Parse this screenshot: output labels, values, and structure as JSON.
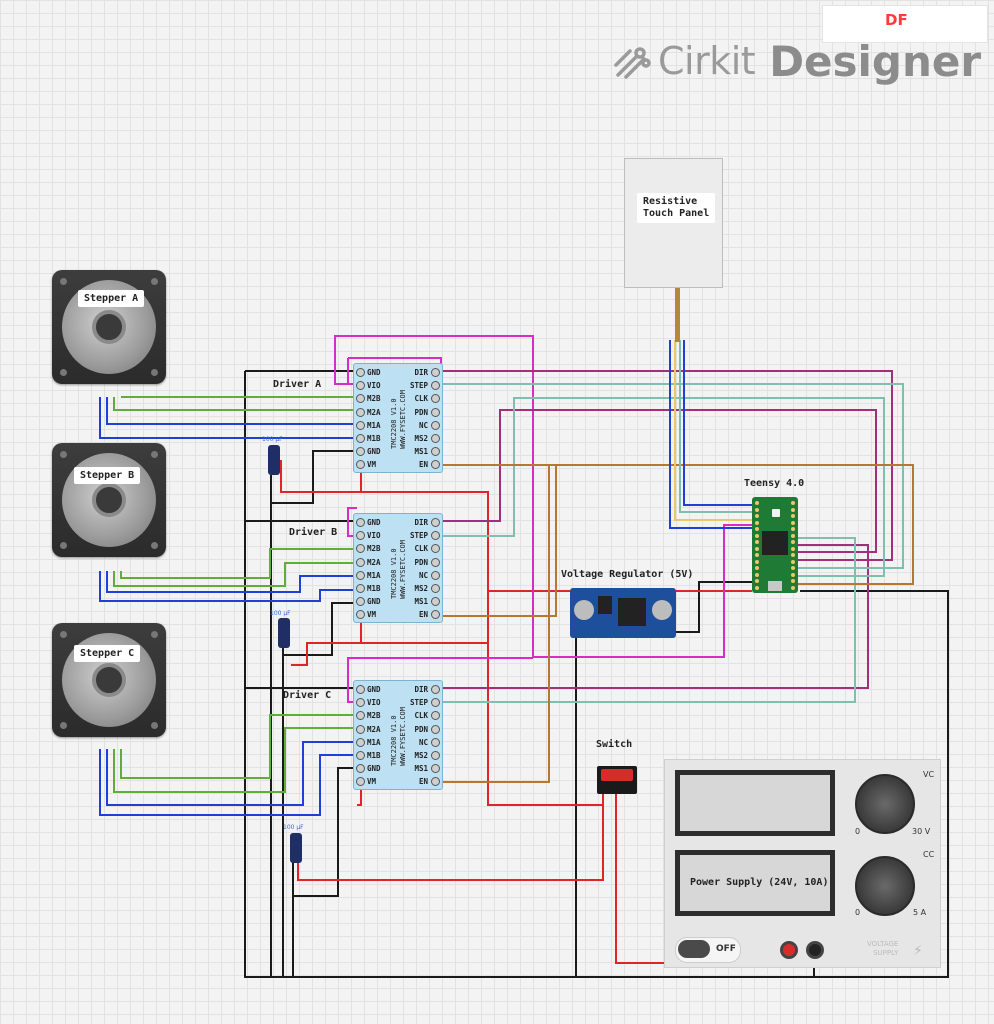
{
  "header": {
    "df_badge": "DF",
    "brand_cirkit": "Cirkit",
    "brand_designer": "Designer"
  },
  "components": {
    "touch_panel": "Resistive\nTouch Panel",
    "stepper_a": "Stepper A",
    "stepper_b": "Stepper B",
    "stepper_c": "Stepper C",
    "driver_a": "Driver A",
    "driver_b": "Driver B",
    "driver_c": "Driver C",
    "teensy": "Teensy 4.0",
    "regulator": "Voltage Regulator (5V)",
    "switch": "Switch",
    "psu": "Power Supply (24V, 10A)"
  },
  "driver_pins_left": [
    "GND",
    "VIO",
    "M2B",
    "M2A",
    "M1A",
    "M1B",
    "GND",
    "VM"
  ],
  "driver_pins_right": [
    "DIR",
    "STEP",
    "CLK",
    "PDN",
    "NC",
    "MS2",
    "MS1",
    "EN"
  ],
  "driver_chip_text": [
    "TMC2208 V1.0",
    "WWW.FYSETC.COM"
  ],
  "capacitor_label": "100 µF",
  "psu": {
    "voltage_min": "0",
    "voltage_max": "30 V",
    "current_min": "0",
    "current_max": "5 A",
    "vc": "VC",
    "cc": "CC",
    "switch_state": "OFF",
    "watermark": "VOLTAGE\nSUPPLY"
  },
  "colors": {
    "black_wire": "#1a1a1a",
    "red_wire": "#e0242a",
    "blue_wire": "#1f3fd6",
    "green_wire": "#5fae3a",
    "magenta_wire": "#d62dc8",
    "teal_wire": "#7fbfb0",
    "purple_wire": "#a0307a",
    "brown_wire": "#b8772e",
    "board_blue": "#bde0f3",
    "teensy_green": "#1f7a35"
  }
}
